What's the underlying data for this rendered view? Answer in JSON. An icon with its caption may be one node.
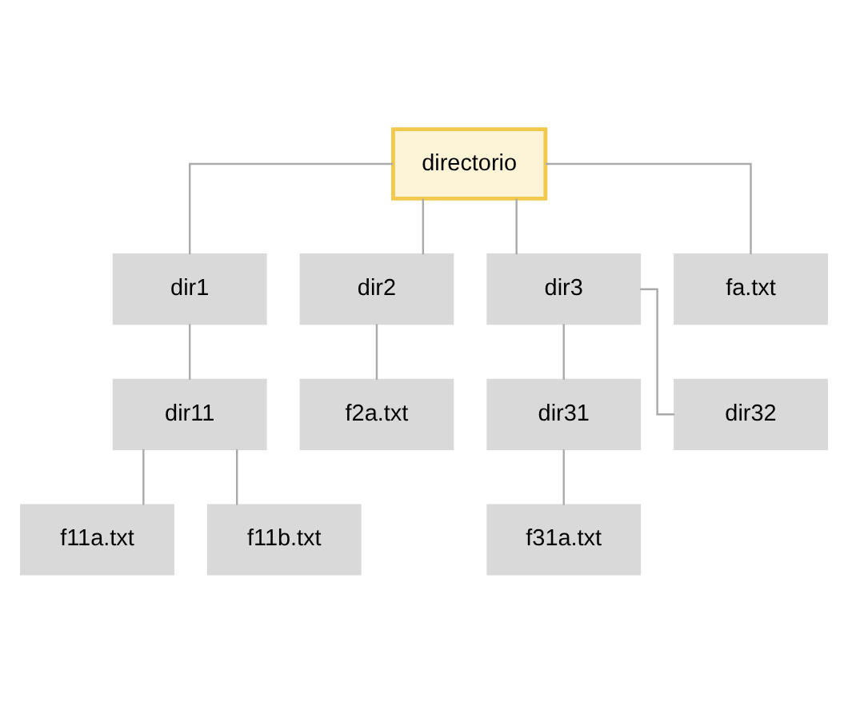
{
  "diagram": {
    "nodes": [
      {
        "text": [
          "directorio"
        ]
      },
      {
        "text": [
          "dir1"
        ]
      },
      {
        "text": [
          "dir2"
        ]
      },
      {
        "text": [
          "dir3"
        ]
      },
      {
        "text": [
          "fa.txt"
        ]
      },
      {
        "text": [
          "dir11"
        ]
      },
      {
        "text": [
          "f2a.txt"
        ]
      },
      {
        "text": [
          "dir31"
        ]
      },
      {
        "text": [
          "dir32"
        ]
      },
      {
        "text": [
          "f11a.txt"
        ]
      },
      {
        "text": [
          "f11b.txt"
        ]
      },
      {
        "text": [
          "f31a.txt"
        ]
      }
    ],
    "edges": [
      {
        "from": 0,
        "to": 1,
        "arrow": "none"
      },
      {
        "from": 0,
        "to": 2,
        "arrow": "none"
      },
      {
        "from": 0,
        "to": 3,
        "arrow": "none"
      },
      {
        "from": 0,
        "to": 4,
        "arrow": "none"
      },
      {
        "from": 1,
        "to": 5,
        "arrow": "none"
      },
      {
        "from": 2,
        "to": 6,
        "arrow": "none"
      },
      {
        "from": 3,
        "to": 7,
        "arrow": "none"
      },
      {
        "from": 3,
        "to": 8,
        "arrow": "none"
      },
      {
        "from": 5,
        "to": 9,
        "arrow": "none"
      },
      {
        "from": 5,
        "to": 10,
        "arrow": "none"
      },
      {
        "from": 7,
        "to": 11,
        "arrow": "none"
      }
    ]
  }
}
